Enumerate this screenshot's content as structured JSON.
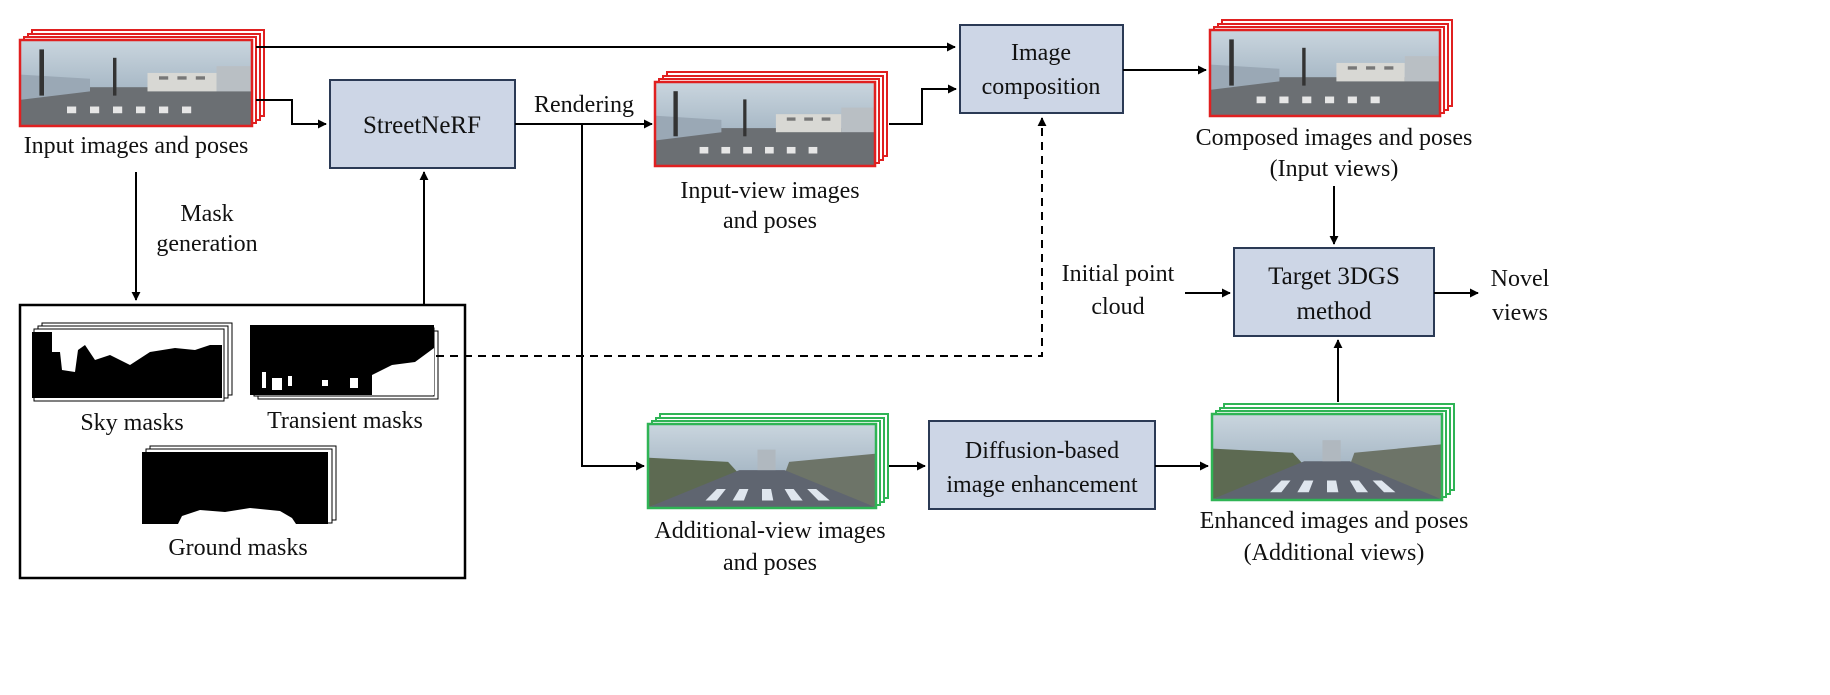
{
  "blocks": {
    "streetnerf": "StreetNeRF",
    "image_composition": [
      "Image",
      "composition"
    ],
    "diffusion": [
      "Diffusion-based",
      "image enhancement"
    ],
    "target": [
      "Target 3DGS",
      "method"
    ]
  },
  "labels": {
    "input_images": "Input images and poses",
    "mask_generation": [
      "Mask",
      "generation"
    ],
    "rendering": "Rendering",
    "input_view": [
      "Input-view images",
      "and poses"
    ],
    "composed": [
      "Composed images and poses",
      "(Input views)"
    ],
    "initial_point_cloud": [
      "Initial point",
      "cloud"
    ],
    "novel_views": [
      "Novel",
      "views"
    ],
    "additional_view": [
      "Additional-view images",
      "and poses"
    ],
    "enhanced": [
      "Enhanced images and poses",
      "(Additional views)"
    ]
  },
  "masks": {
    "sky": "Sky masks",
    "transient": "Transient masks",
    "ground": "Ground masks"
  },
  "colors": {
    "block_fill": "#cdd6e6",
    "block_stroke": "#2b3a55",
    "input_frame": "#e02020",
    "additional_frame": "#2fb455",
    "sky": "#a9bccb",
    "road": "#6b6f73"
  }
}
